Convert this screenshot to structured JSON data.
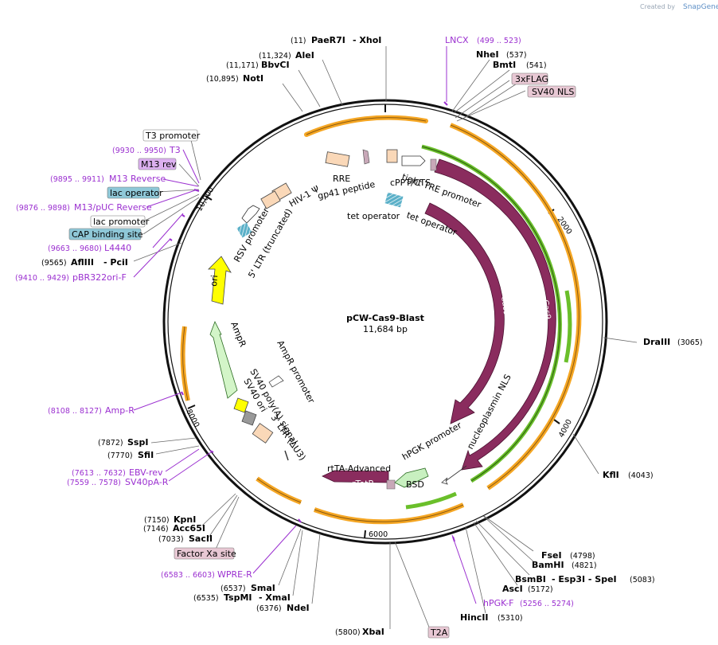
{
  "credit": {
    "created_by": "Created by",
    "brand": "SnapGene"
  },
  "plasmid": {
    "name": "pCW-Cas9-Blast",
    "size": "11,684 bp"
  },
  "ticks": [
    "2000",
    "4000",
    "6000",
    "8000",
    "10,000"
  ],
  "sites": [
    {
      "pos": "(11)",
      "name": "PaeR7I",
      "extra": "- XhoI"
    },
    {
      "pos": "(11,324)",
      "name": "AleI",
      "extra": ""
    },
    {
      "pos": "(11,171)",
      "name": "BbvCI",
      "extra": ""
    },
    {
      "pos": "(10,895)",
      "name": "NotI",
      "extra": ""
    },
    {
      "pos": "(537)",
      "name": "NheI",
      "extra": ""
    },
    {
      "pos": "(541)",
      "name": "BmtI",
      "extra": ""
    },
    {
      "pos": "(3065)",
      "name": "DraIII",
      "extra": ""
    },
    {
      "pos": "(4043)",
      "name": "KflI",
      "extra": ""
    },
    {
      "pos": "(4798)",
      "name": "FseI",
      "extra": ""
    },
    {
      "pos": "(4821)",
      "name": "BamHI",
      "extra": ""
    },
    {
      "pos": "(5083)",
      "name": "BsmBI",
      "extra": "- Esp3I - SpeI"
    },
    {
      "pos": "(5172)",
      "name": "AscI",
      "extra": ""
    },
    {
      "pos": "(5310)",
      "name": "HincII",
      "extra": ""
    },
    {
      "pos": "(5800)",
      "name": "XbaI",
      "extra": ""
    },
    {
      "pos": "(6376)",
      "name": "NdeI",
      "extra": ""
    },
    {
      "pos": "(6535)",
      "name": "TspMI",
      "extra": "- XmaI"
    },
    {
      "pos": "(6537)",
      "name": "SmaI",
      "extra": ""
    },
    {
      "pos": "(7033)",
      "name": "SacII",
      "extra": ""
    },
    {
      "pos": "(7146)",
      "name": "Acc65I",
      "extra": ""
    },
    {
      "pos": "(7150)",
      "name": "KpnI",
      "extra": ""
    },
    {
      "pos": "(7770)",
      "name": "SfiI",
      "extra": ""
    },
    {
      "pos": "(7872)",
      "name": "SspI",
      "extra": ""
    },
    {
      "pos": "(9565)",
      "name": "AflIII",
      "extra": "- PciI"
    }
  ],
  "primers": [
    {
      "range": "(499 .. 523)",
      "name": "LNCX"
    },
    {
      "range": "(5256 .. 5274)",
      "name": "hPGK-F"
    },
    {
      "range": "(6583 .. 6603)",
      "name": "WPRE-R"
    },
    {
      "range": "(7559 .. 7578)",
      "name": "SV40pA-R"
    },
    {
      "range": "(7613 .. 7632)",
      "name": "EBV-rev"
    },
    {
      "range": "(8108 .. 8127)",
      "name": "Amp-R"
    },
    {
      "range": "(9410 .. 9429)",
      "name": "pBR322ori-F"
    },
    {
      "range": "(9663 .. 9680)",
      "name": "L4440"
    },
    {
      "range": "(9876 .. 9898)",
      "name": "M13/pUC Reverse"
    },
    {
      "range": "(9895 .. 9911)",
      "name": "M13 Reverse"
    },
    {
      "range": "(9930 .. 9950)",
      "name": "T3"
    }
  ],
  "boxed_labels": [
    {
      "text": "3xFLAG",
      "color": "#e8c8d4"
    },
    {
      "text": "SV40 NLS",
      "color": "#e8c8d4"
    },
    {
      "text": "T2A",
      "color": "#e8c8d4"
    },
    {
      "text": "Factor Xa site",
      "color": "#e8c8d4"
    },
    {
      "text": "T3 promoter",
      "color": "#ffffff"
    },
    {
      "text": "M13 rev",
      "color": "#dcb0f0"
    },
    {
      "text": "lac operator",
      "color": "#8fc8d8"
    },
    {
      "text": "lac promoter",
      "color": "#ffffff"
    },
    {
      "text": "CAP binding site",
      "color": "#8fc8d8"
    }
  ],
  "features": {
    "cas9_outer": "Cas9",
    "cas9_inner": "Cas9",
    "nucleoplasmin": "nucleoplasmin NLS",
    "hpgk": "hPGK promoter",
    "bsd": "BSD",
    "rtetr": "rTetR",
    "rtta": "rtTA-Advanced",
    "tet_op1": "tet operator",
    "tet_op2": "tet operator",
    "tight_tre": "tight TRE promoter",
    "cppt": "cPPT/CTS",
    "gp41": "gp41 peptide",
    "rre": "RRE",
    "hiv_psi": "HIV-1 Ψ",
    "rsv": "RSV promoter",
    "ltr5": "5' LTR (truncated)",
    "ori": "ori",
    "ampr": "AmpR",
    "ampr_promoter": "AmpR promoter",
    "sv40_polya": "SV40 poly(A) signal",
    "sv40_ori": "SV40 ori",
    "ltr3": "3' LTR (ΔU3)"
  },
  "colors": {
    "cas9": "#8a2c5e",
    "orange_arc": "#f5a623",
    "green_arc": "#6abf2a",
    "ampr": "#d3f5c8",
    "ori": "#ffff00",
    "bsd": "#c8f0c0",
    "ltr": "#fad8b8",
    "primer": "#9b30d0"
  }
}
